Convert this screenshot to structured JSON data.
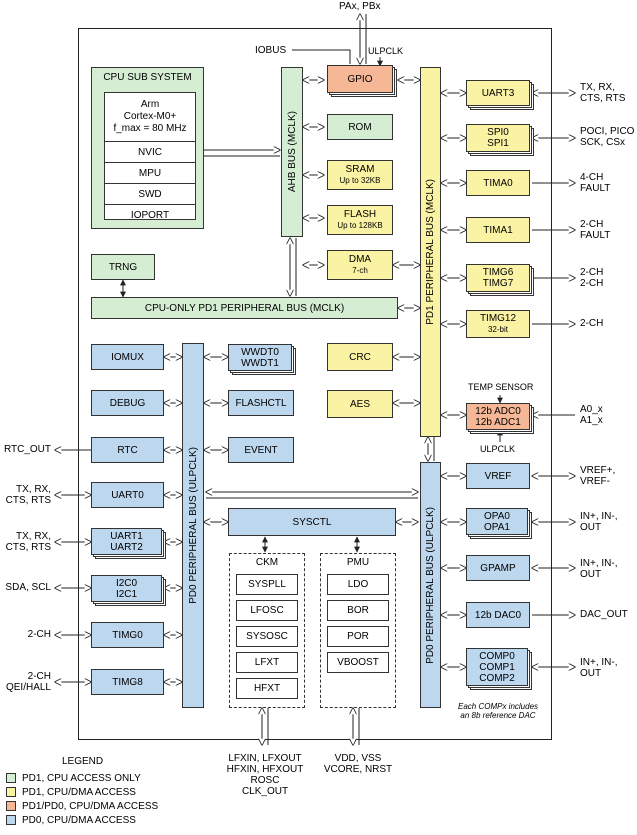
{
  "top_ext": "PAx, PBx",
  "iobus": "IOBUS",
  "ulpclk": "ULPCLK",
  "ulpclk2": "ULPCLK",
  "temp_sensor": "TEMP SENSOR",
  "cpu": {
    "title": "CPU SUB SYSTEM",
    "core_l1": "Arm",
    "core_l2": "Cortex-M0+",
    "core_l3": "f_max = 80 MHz",
    "rows": [
      "NVIC",
      "MPU",
      "SWD",
      "IOPORT"
    ]
  },
  "buses": {
    "ahb": "AHB BUS (MCLK)",
    "pd1": "PD1 PERIPHERAL BUS (MCLK)",
    "pd0_left": "PD0 PERIPHERAL BUS (ULPCLK)",
    "pd0_right": "PD0 PERIPHERAL BUS (ULPCLK)",
    "cpu_only": "CPU-ONLY  PD1 PERIPHERAL BUS (MCLK)"
  },
  "blocks": {
    "gpio": "GPIO",
    "rom": "ROM",
    "sram": "SRAM",
    "sram_sub": "Up to 32KB",
    "flash": "FLASH",
    "flash_sub": "Up to 128KB",
    "dma": "DMA",
    "dma_sub": "7-ch",
    "trng": "TRNG",
    "crc": "CRC",
    "aes": "AES",
    "uart3": "UART3",
    "spi": [
      "SPI0",
      "SPI1"
    ],
    "tima0": "TIMA0",
    "tima1": "TIMA1",
    "timg67": [
      "TIMG6",
      "TIMG7"
    ],
    "timg12": "TIMG12",
    "timg12_sub": "32-bit",
    "adc": [
      "12b ADC0",
      "12b ADC1"
    ],
    "iomux": "IOMUX",
    "debug": "DEBUG",
    "rtc": "RTC",
    "uart0": "UART0",
    "uart12": [
      "UART1",
      "UART2"
    ],
    "i2c": [
      "I2C0",
      "I2C1"
    ],
    "timg0": "TIMG0",
    "timg8": "TIMG8",
    "wwdt": [
      "WWDT0",
      "WWDT1"
    ],
    "flashctl": "FLASHCTL",
    "event": "EVENT",
    "sysctl": "SYSCTL",
    "ckm": "CKM",
    "ckm_items": [
      "SYSPLL",
      "LFOSC",
      "SYSOSC",
      "LFXT",
      "HFXT"
    ],
    "pmu": "PMU",
    "pmu_items": [
      "LDO",
      "BOR",
      "POR",
      "VBOOST"
    ],
    "vref": "VREF",
    "opa": [
      "OPA0",
      "OPA1"
    ],
    "gpamp": "GPAMP",
    "dac": "12b DAC0",
    "comp": [
      "COMP0",
      "COMP1",
      "COMP2"
    ]
  },
  "ext": {
    "uart3": [
      "TX, RX,",
      "CTS, RTS"
    ],
    "spi": [
      "POCI, PICO",
      "SCK, CSx"
    ],
    "tima0": [
      "4-CH",
      "FAULT"
    ],
    "tima1": [
      "2-CH",
      "FAULT"
    ],
    "timg67": [
      "2-CH",
      "2-CH"
    ],
    "timg12": "2-CH",
    "adc": [
      "A0_x",
      "A1_x"
    ],
    "vref": [
      "VREF+,",
      "VREF-"
    ],
    "opa": [
      "IN+, IN-,",
      "OUT"
    ],
    "gpamp": [
      "IN+, IN-,",
      "OUT"
    ],
    "dac": "DAC_OUT",
    "comp": [
      "IN+, IN-,",
      "OUT"
    ],
    "rtc": "RTC_OUT",
    "uart0": [
      "TX, RX,",
      "CTS, RTS"
    ],
    "uart12": [
      "TX, RX,",
      "CTS, RTS"
    ],
    "i2c": "SDA, SCL",
    "timg0": "2-CH",
    "timg8": [
      "2-CH",
      "QEI/HALL"
    ],
    "ckm_bottom": [
      "LFXIN, LFXOUT",
      "HFXIN, HFXOUT",
      "ROSC",
      "CLK_OUT"
    ],
    "pmu_bottom": [
      "VDD, VSS",
      "VCORE, NRST"
    ]
  },
  "comp_note": [
    "Each COMPx includes",
    "an 8b reference DAC"
  ],
  "legend": {
    "title": "LEGEND",
    "items": [
      {
        "label": "PD1, CPU ACCESS ONLY",
        "color": "#d5eed3"
      },
      {
        "label": "PD1, CPU/DMA ACCESS",
        "color": "#fbf3a4"
      },
      {
        "label": "PD1/PD0, CPU/DMA ACCESS",
        "color": "#f5b795"
      },
      {
        "label": "PD0, CPU/DMA ACCESS",
        "color": "#bdd7ee"
      }
    ]
  }
}
